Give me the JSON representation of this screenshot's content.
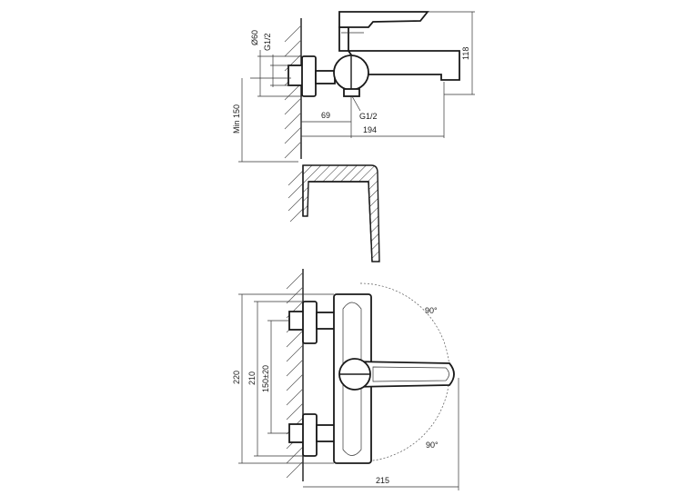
{
  "side_view": {
    "dim_diameter": "Ø60",
    "dim_thread_inlet": "G1/2",
    "dim_min_height": "Min 150",
    "dim_offset": "69",
    "dim_outlet_thread": "G1/2",
    "dim_length": "194",
    "dim_height": "118"
  },
  "front_view": {
    "dim_total_height": "220",
    "dim_body_height": "210",
    "dim_center_distance": "150±20",
    "dim_width": "215",
    "angle_top": "90°",
    "angle_bottom": "90°"
  },
  "colors": {
    "line": "#1a1a1a",
    "hatch": "#555555",
    "background": "#ffffff"
  }
}
